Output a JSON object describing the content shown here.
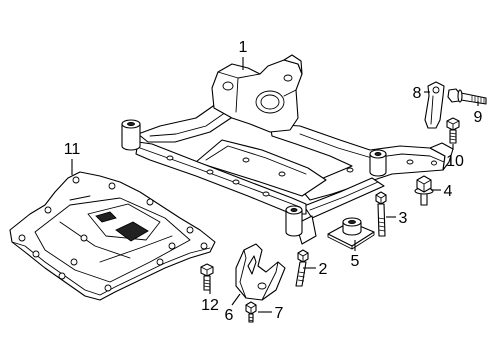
{
  "diagram": {
    "background": "#ffffff",
    "line_color": "#000000"
  },
  "callouts": {
    "p1": "1",
    "p2": "2",
    "p3": "3",
    "p4": "4",
    "p5": "5",
    "p6": "6",
    "p7": "7",
    "p8": "8",
    "p9": "9",
    "p10": "10",
    "p11": "11",
    "p12": "12"
  }
}
